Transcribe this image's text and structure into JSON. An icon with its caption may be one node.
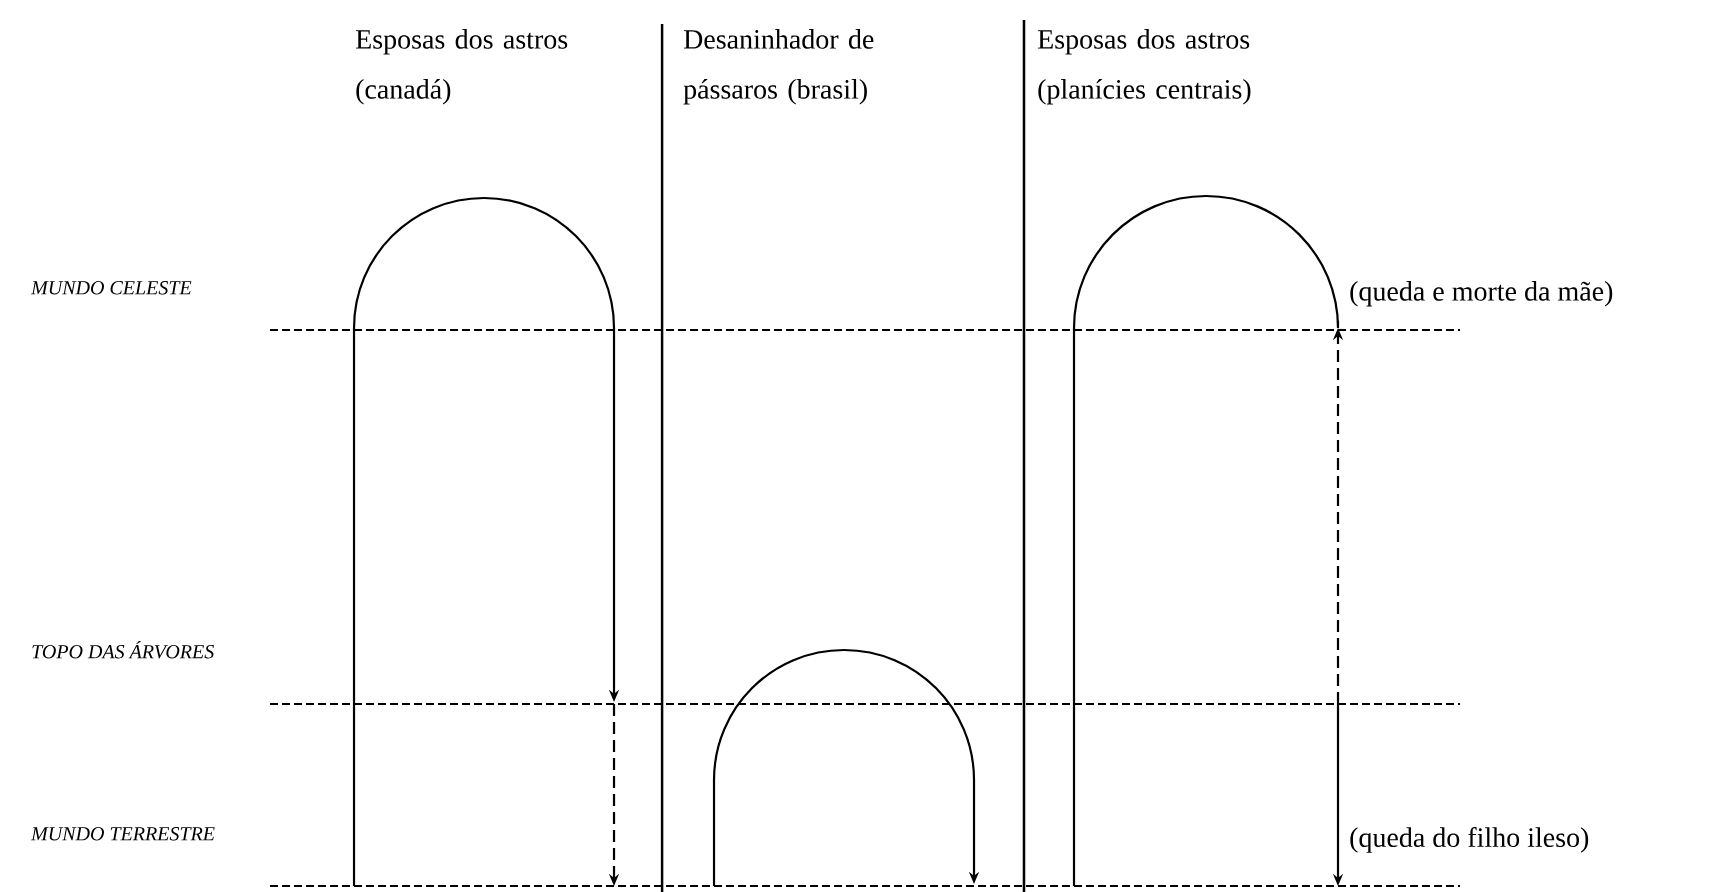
{
  "diagram": {
    "labels": [
      "Esposas dos astros (canadá)",
      "Desaninhador de pássaros (brasil)",
      "Esposas dos astros (planícies centrais)",
      "MUNDO CELESTE",
      "(queda e morte da mãe)",
      "TOPO DAS ÁRVORES",
      "MUNDO TERRESTRE",
      "(queda do filho ileso)"
    ]
  }
}
